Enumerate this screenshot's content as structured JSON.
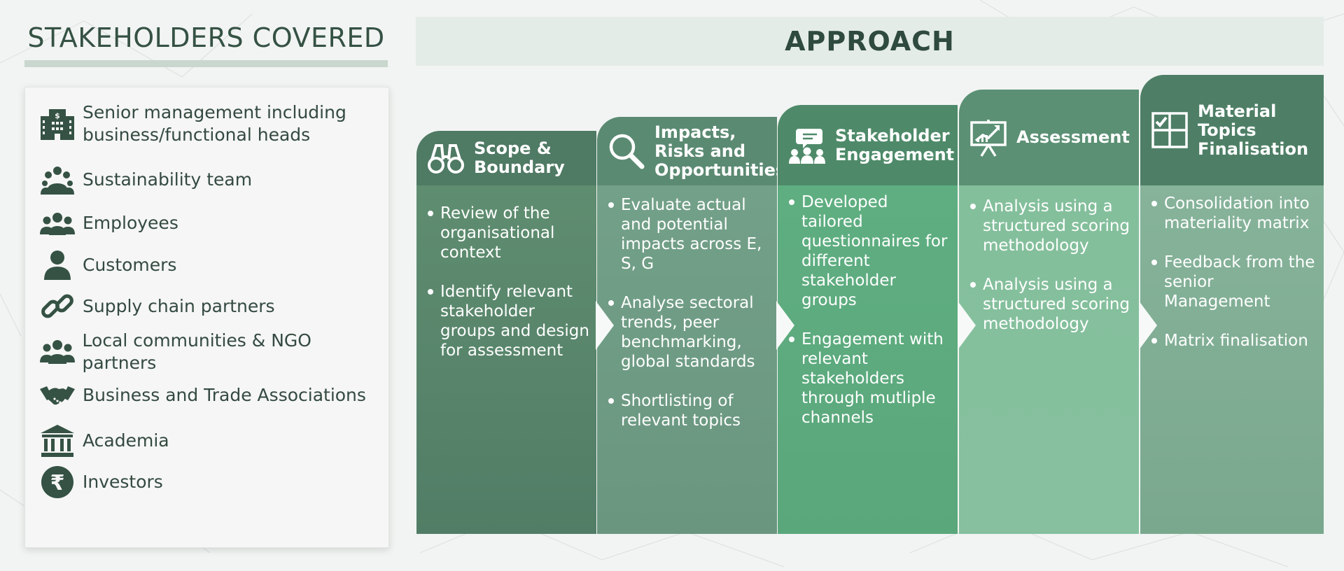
{
  "left": {
    "heading": "STAKEHOLDERS COVERED",
    "items": [
      {
        "label": "Senior management including\nbusiness/functional heads",
        "icon": "building-icon"
      },
      {
        "label": "Sustainability team",
        "icon": "team-icon"
      },
      {
        "label": "Employees",
        "icon": "group-icon"
      },
      {
        "label": "Customers",
        "icon": "person-icon"
      },
      {
        "label": "Supply chain partners",
        "icon": "chain-link-icon"
      },
      {
        "label": "Local communities & NGO partners",
        "icon": "community-icon"
      },
      {
        "label": "Business and Trade Associations",
        "icon": "handshake-icon"
      },
      {
        "label": "Academia",
        "icon": "institution-icon"
      },
      {
        "label": "Investors",
        "icon": "rupee-icon"
      }
    ]
  },
  "approach": {
    "title": "APPROACH",
    "steps": [
      {
        "title": "Scope &\nBoundary",
        "icon": "binoculars-icon",
        "bullets": [
          "Review of the organisational context",
          "Identify relevant stakeholder groups and design for assessment"
        ]
      },
      {
        "title": "Impacts,\nRisks and\nOpportunities",
        "icon": "magnifier-icon",
        "bullets": [
          "Evaluate actual and potential impacts across E, S, G",
          "Analyse sectoral trends, peer benchmarking, global standards",
          "Shortlisting of relevant topics"
        ]
      },
      {
        "title": "Stakeholder\nEngagement",
        "icon": "speech-group-icon",
        "bullets": [
          "Developed tailored questionnaires for different stakeholder groups",
          "Engagement with relevant stakeholders through mutliple channels"
        ]
      },
      {
        "title": "Assessment",
        "icon": "presentation-chart-icon",
        "bullets": [
          "Analysis using a structured scoring methodology",
          "Analysis using a structured scoring methodology"
        ]
      },
      {
        "title": "Material\nTopics\nFinalisation",
        "icon": "checklist-grid-icon",
        "bullets": [
          "Consolidation into materiality matrix",
          "Feedback from the senior Management",
          "Matrix finalisation"
        ]
      }
    ]
  },
  "colors": {
    "dark_green": "#355244",
    "step_heads": [
      "#4f7a64",
      "#5b8a72",
      "#4e8a69",
      "#5b9074",
      "#4e7f66"
    ],
    "step_bodies": [
      "#5a8a6d",
      "#6e9c83",
      "#5fad80",
      "#84bf9c",
      "#7fae93"
    ]
  }
}
